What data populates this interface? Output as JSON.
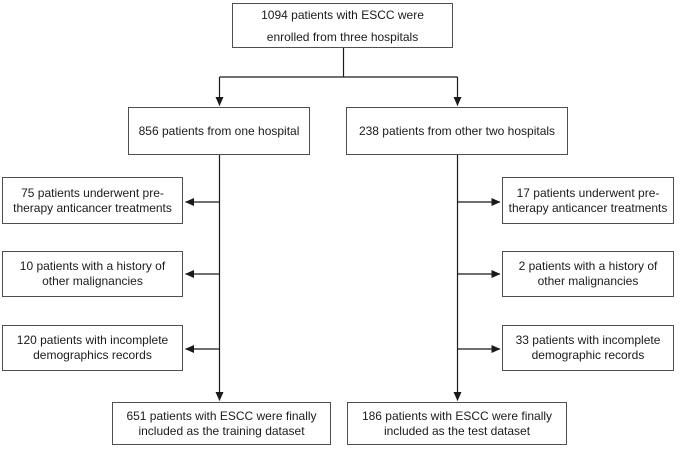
{
  "colors": {
    "background": "#ffffff",
    "box_border": "#4f4f4f",
    "connector": "#1a1a1a",
    "text": "#1b1b1b"
  },
  "nodes": {
    "enrolled": {
      "lines": [
        "1094 patients with ESCC were",
        "enrolled from three hospitals"
      ]
    },
    "branch_left": {
      "lines": [
        "856 patients from one hospital"
      ]
    },
    "branch_right": {
      "lines": [
        "238 patients from other two hospitals"
      ]
    },
    "excl_left_1": {
      "lines": [
        "75 patients underwent pre-",
        "therapy anticancer treatments"
      ]
    },
    "excl_left_2": {
      "lines": [
        "10 patients with a history of",
        "other malignancies"
      ]
    },
    "excl_left_3": {
      "lines": [
        "120 patients with incomplete",
        "demographics records"
      ]
    },
    "excl_right_1": {
      "lines": [
        "17 patients underwent pre-",
        "therapy anticancer treatments"
      ]
    },
    "excl_right_2": {
      "lines": [
        "2 patients with a history of",
        "other malignancies"
      ]
    },
    "excl_right_3": {
      "lines": [
        "33 patients with incomplete",
        "demographic records"
      ]
    },
    "training": {
      "lines": [
        "651 patients with ESCC were finally",
        "included as the training dataset"
      ]
    },
    "test": {
      "lines": [
        "186 patients with ESCC were finally",
        "included as the test dataset"
      ]
    }
  },
  "edges": [
    {
      "from": "enrolled",
      "to": "branch_left"
    },
    {
      "from": "enrolled",
      "to": "branch_right"
    },
    {
      "from": "branch_left",
      "to": "excl_left_1"
    },
    {
      "from": "branch_left",
      "to": "excl_left_2"
    },
    {
      "from": "branch_left",
      "to": "excl_left_3"
    },
    {
      "from": "branch_left",
      "to": "training"
    },
    {
      "from": "branch_right",
      "to": "excl_right_1"
    },
    {
      "from": "branch_right",
      "to": "excl_right_2"
    },
    {
      "from": "branch_right",
      "to": "excl_right_3"
    },
    {
      "from": "branch_right",
      "to": "test"
    }
  ]
}
